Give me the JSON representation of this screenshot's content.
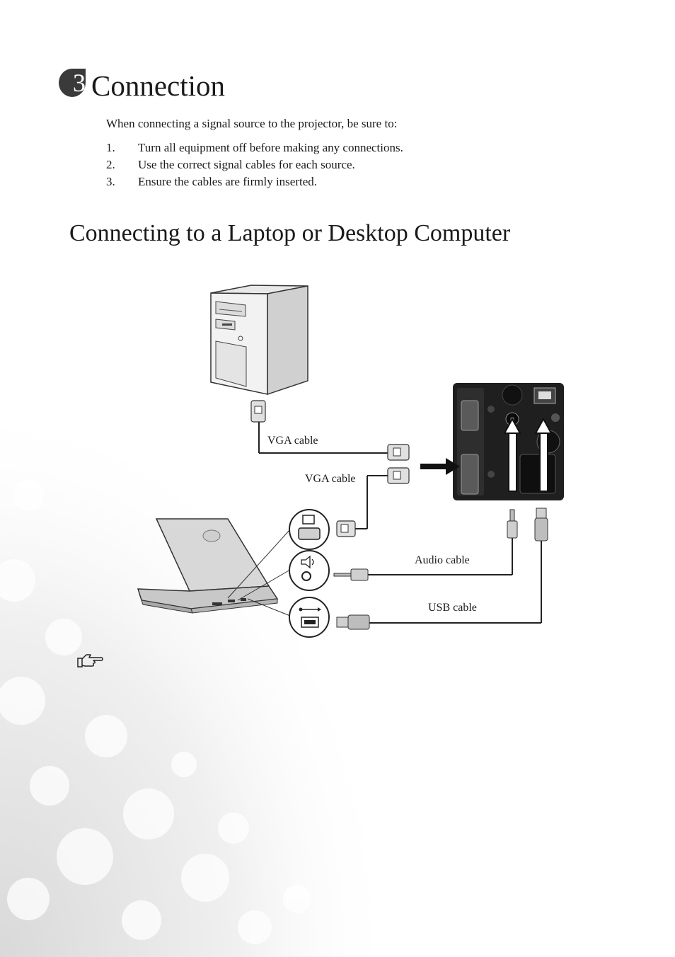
{
  "chapter": {
    "number": "3",
    "title": "Connection"
  },
  "intro": "When connecting a signal source to the projector, be sure to:",
  "steps": [
    {
      "num": "1.",
      "text": "Turn all equipment off before making any connections."
    },
    {
      "num": "2.",
      "text": "Use the correct signal cables for each source."
    },
    {
      "num": "3.",
      "text": "Ensure the cables are firmly inserted."
    }
  ],
  "section_title": "Connecting to a Laptop or Desktop Computer",
  "diagram": {
    "labels": {
      "vga_cable_1": "VGA cable",
      "vga_cable_2": "VGA cable",
      "audio_cable": "Audio cable",
      "usb_cable": "USB cable"
    },
    "icons": [
      "desktop-computer-icon",
      "laptop-icon",
      "projector-panel-icon",
      "vga-port-icon",
      "audio-port-icon",
      "usb-port-icon",
      "note-hand-icon"
    ]
  }
}
